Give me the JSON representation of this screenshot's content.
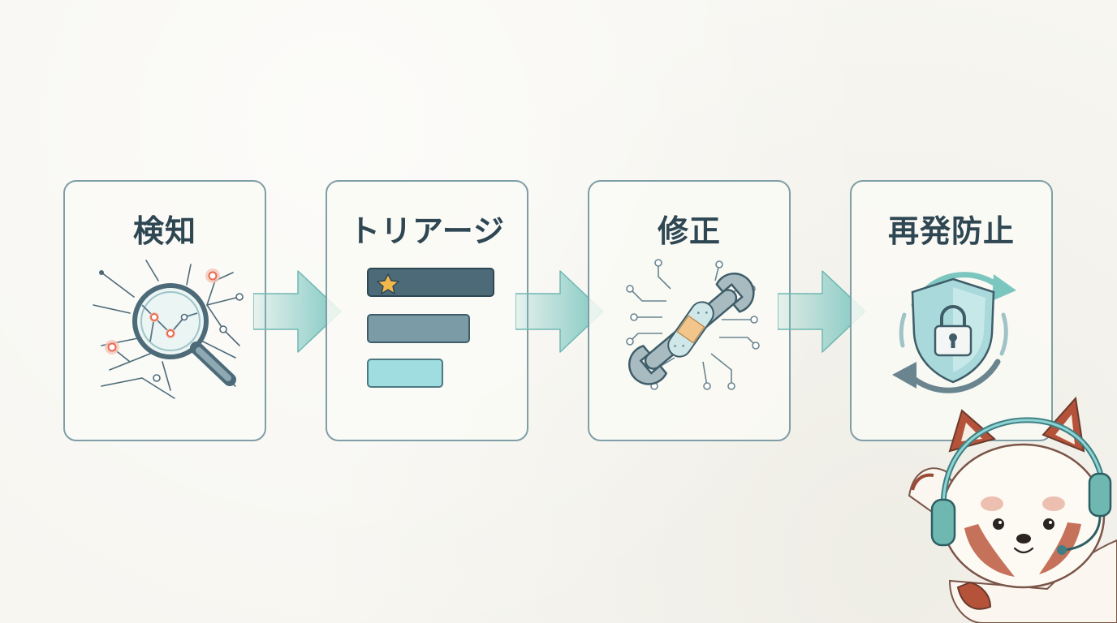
{
  "diagram": {
    "steps": [
      {
        "label": "検知",
        "icon": "magnifier-network-icon"
      },
      {
        "label": "トリアージ",
        "icon": "priority-bars-icon"
      },
      {
        "label": "修正",
        "icon": "wrench-bandage-icon"
      },
      {
        "label": "再発防止",
        "icon": "shield-lock-cycle-icon"
      }
    ],
    "connector": "arrow-right-icon",
    "mascot": "red-panda-headset-mascot",
    "colors": {
      "frame": "#7f9ea6",
      "title": "#2e4753",
      "arrow": "#7cc6c0",
      "alert": "#e86a50",
      "star": "#f2b84b",
      "bar_dark": "#4d6a78",
      "bar_mid": "#7b9ca6",
      "bar_light": "#9fdde0"
    }
  }
}
